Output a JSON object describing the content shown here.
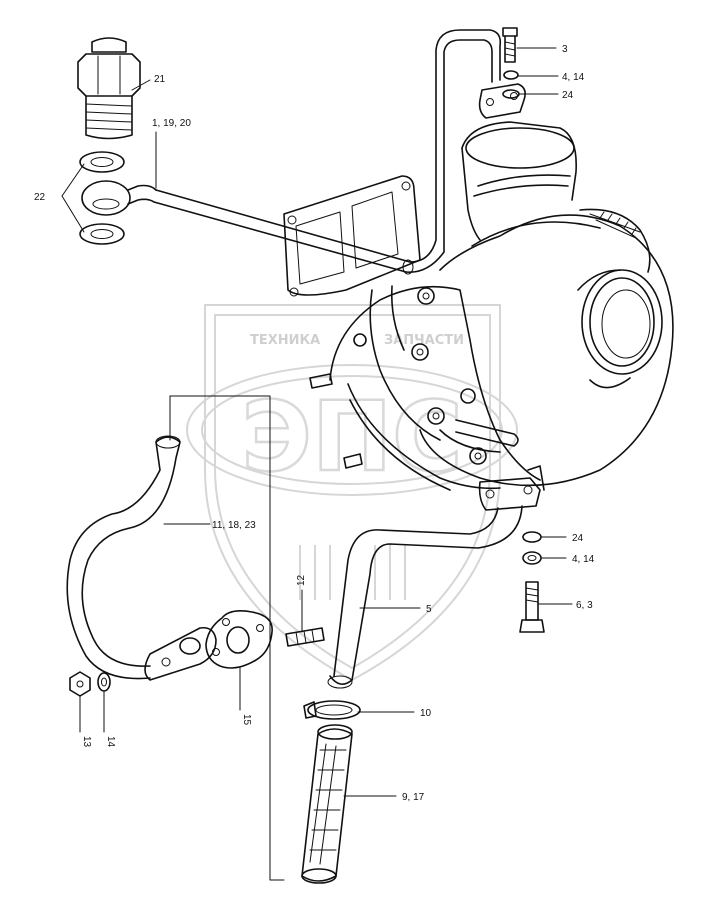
{
  "watermark": {
    "left_text": "ТЕХНИКА",
    "right_text": "ЗАПЧАСТИ",
    "logo_text": "ЭПС"
  },
  "callouts": [
    {
      "id": "3",
      "text": "3"
    },
    {
      "id": "4_14_top",
      "text": "4, 14"
    },
    {
      "id": "24_top",
      "text": "24"
    },
    {
      "id": "21",
      "text": "21"
    },
    {
      "id": "1_19_20",
      "text": "1, 19, 20"
    },
    {
      "id": "22",
      "text": "22"
    },
    {
      "id": "11_18_23",
      "text": "11, 18, 23"
    },
    {
      "id": "12",
      "text": "12"
    },
    {
      "id": "24_bottom",
      "text": "24"
    },
    {
      "id": "4_14_bottom",
      "text": "4, 14"
    },
    {
      "id": "6_3",
      "text": "6, 3"
    },
    {
      "id": "5",
      "text": "5"
    },
    {
      "id": "10",
      "text": "10"
    },
    {
      "id": "9_17",
      "text": "9, 17"
    },
    {
      "id": "13",
      "text": "13"
    },
    {
      "id": "14",
      "text": "14"
    },
    {
      "id": "15",
      "text": "15"
    }
  ]
}
